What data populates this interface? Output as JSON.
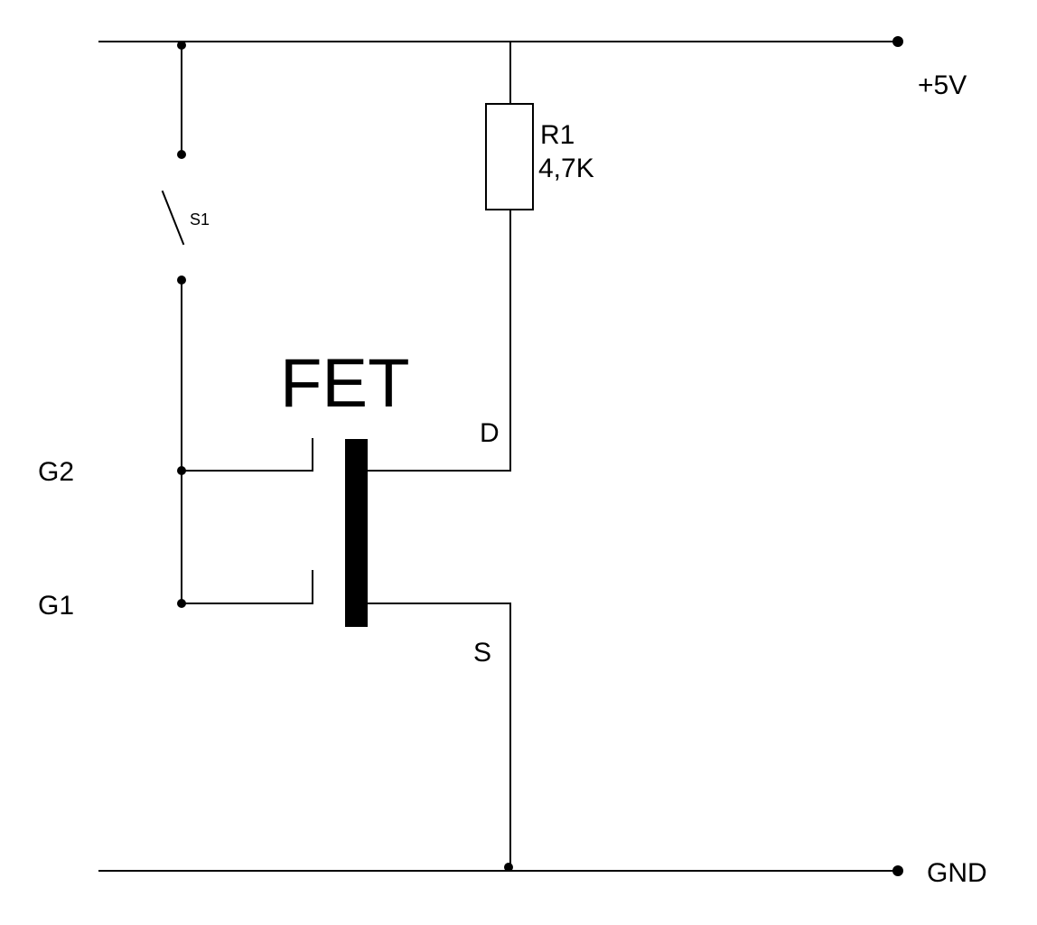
{
  "diagram": {
    "title": "FET",
    "supply_label": "+5V",
    "ground_label": "GND",
    "resistor": {
      "name": "R1",
      "value": "4,7K"
    },
    "switch_label": "S1",
    "pins": {
      "gate2": "G2",
      "gate1": "G1",
      "drain": "D",
      "source": "S"
    }
  },
  "colors": {
    "ink": "#000000",
    "background": "#ffffff"
  }
}
